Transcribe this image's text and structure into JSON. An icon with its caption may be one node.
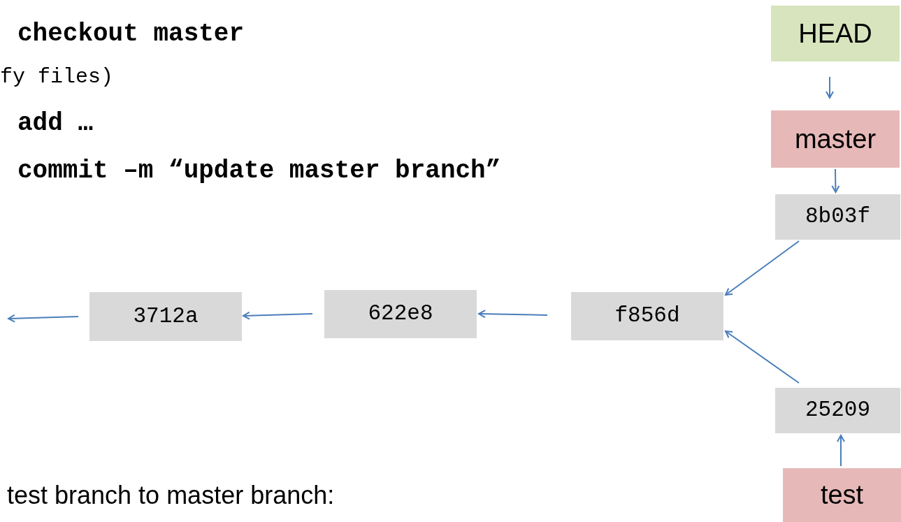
{
  "diagram": {
    "nodes": [
      {
        "text": [
          "HEAD"
        ]
      },
      {
        "text": [
          "master"
        ]
      },
      {
        "text": [
          "8b03f"
        ]
      },
      {
        "text": [
          "f856d"
        ]
      },
      {
        "text": [
          "622e8"
        ]
      },
      {
        "text": [
          "3712a"
        ]
      },
      {
        "text": [
          "25209"
        ]
      },
      {
        "text": [
          "test"
        ]
      }
    ],
    "edges": [
      {
        "from": 0,
        "to": 1,
        "arrow": "to"
      },
      {
        "from": 1,
        "to": 2,
        "arrow": "to"
      },
      {
        "from": 2,
        "to": 3,
        "arrow": "to"
      },
      {
        "from": 6,
        "to": 3,
        "arrow": "to"
      },
      {
        "from": 3,
        "to": 4,
        "arrow": "to"
      },
      {
        "from": 4,
        "to": 5,
        "arrow": "to"
      },
      {
        "from": 5,
        "to": null,
        "arrow": "to"
      },
      {
        "from": 7,
        "to": 6,
        "arrow": "to"
      }
    ],
    "labels": [
      "checkout master",
      "fy files)",
      "add …",
      "commit –m “update master branch”",
      "test branch to master branch:"
    ]
  }
}
